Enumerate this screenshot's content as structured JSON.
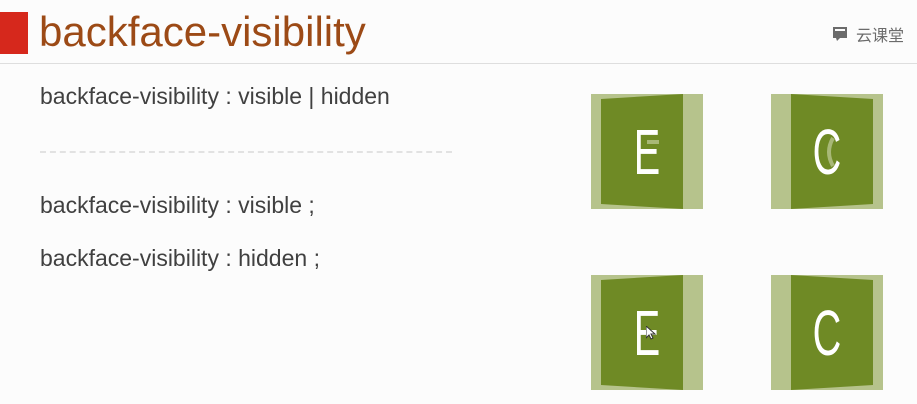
{
  "slide": {
    "title": "backface-visibility",
    "logo_text": "云课堂",
    "logo_icon": "slide-deck-icon",
    "lines": [
      "backface-visibility : visible | hidden",
      "backface-visibility : visible ;",
      "backface-visibility : hidden ;"
    ],
    "cards": [
      {
        "letter": "E",
        "back_letter_visible": true
      },
      {
        "letter": "C",
        "back_letter_visible": true
      },
      {
        "letter": "E",
        "back_letter_visible": false
      },
      {
        "letter": "C",
        "back_letter_visible": false
      }
    ],
    "colors": {
      "accent_red": "#d6281c",
      "title_brown": "#9c4a16",
      "card_dark_green": "#6f8a25",
      "card_light_green": "#b6c38c"
    }
  }
}
